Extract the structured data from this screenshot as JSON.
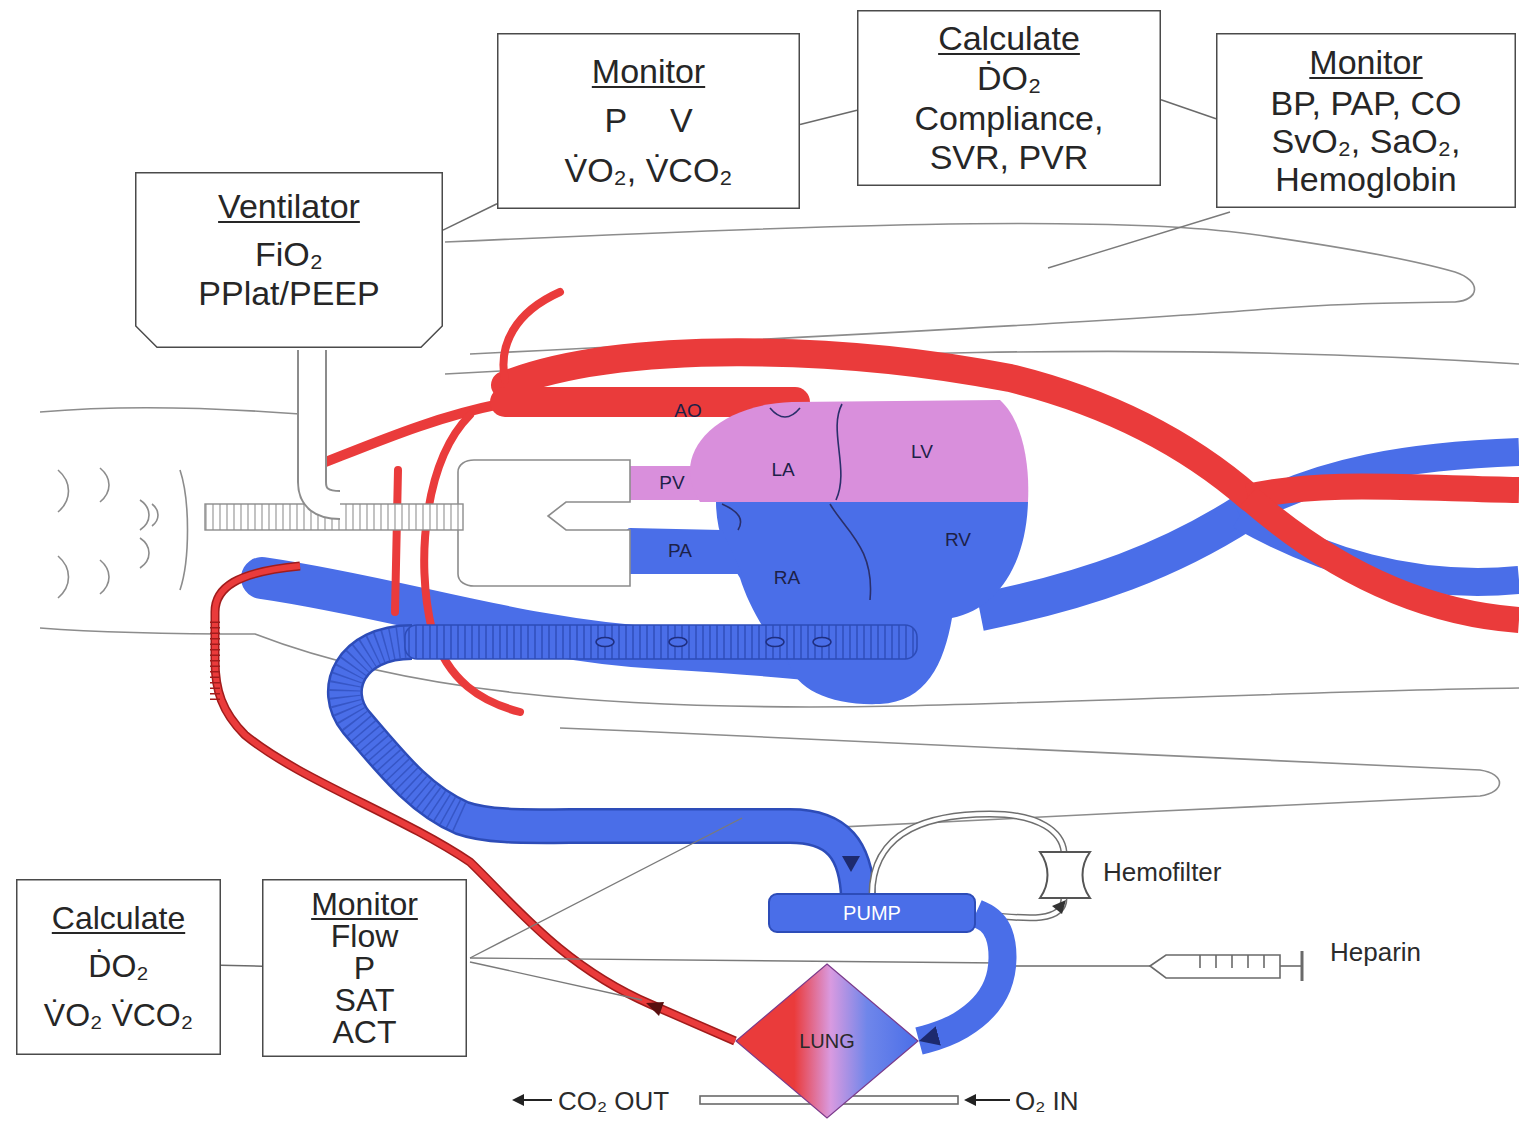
{
  "diagram": {
    "nodes": [
      {
        "text": [
          "Ventilator",
          "FiO₂ PPlat/PEEP"
        ]
      },
      {
        "text": [
          "Monitor",
          "P V",
          "V̇O₂, V̇CO₂"
        ]
      },
      {
        "text": [
          "Calculate",
          "ḊO₂",
          "Compliance, SVR, PVR"
        ]
      },
      {
        "text": [
          "Monitor",
          "BP, PAP, CO SvO₂, SaO₂, Hemoglobin"
        ]
      },
      {
        "text": [
          "Calculate",
          "ḊO₂",
          "V̇O₂ V̇CO₂"
        ]
      },
      {
        "text": [
          "Monitor",
          "Flow P SAT ACT"
        ]
      },
      {
        "text": [
          "PUMP"
        ]
      },
      {
        "text": [
          "LUNG"
        ]
      }
    ],
    "edges": [
      {
        "from": 0,
        "to": 1,
        "arrow": "none"
      },
      {
        "from": 1,
        "to": 2,
        "arrow": "none"
      },
      {
        "from": 2,
        "to": 3,
        "arrow": "none"
      },
      {
        "from": 4,
        "to": 5,
        "arrow": "none"
      },
      {
        "from": 6,
        "to": 7,
        "arrow": "to"
      }
    ],
    "labels": [
      "AO",
      "PV",
      "LA",
      "LV",
      "PA",
      "RA",
      "RV",
      "Hemofilter",
      "Heparin",
      "CO₂ OUT",
      "O₂ IN"
    ]
  }
}
